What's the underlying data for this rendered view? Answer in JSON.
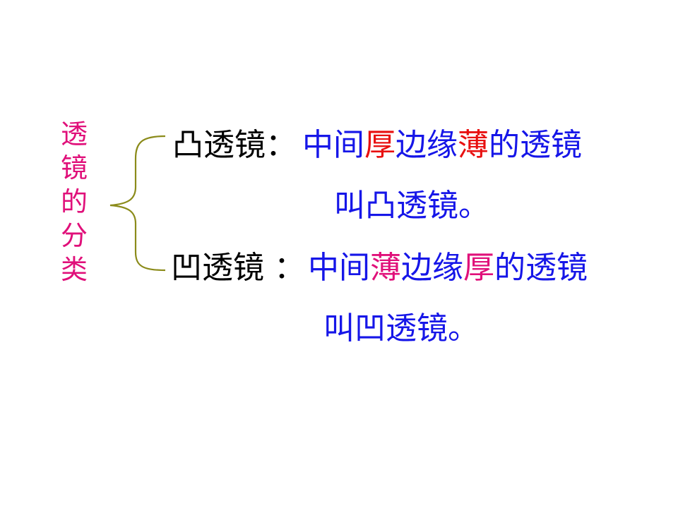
{
  "side_title": [
    "透",
    "镜",
    "的",
    "分",
    "类"
  ],
  "convex": {
    "term": "凸透镜：",
    "def_a": "中间",
    "key1": "厚",
    "def_b": "边缘",
    "key2": "薄",
    "def_c": "的透镜",
    "def_d": "叫凸透镜。"
  },
  "concave": {
    "term": "凹透镜 ：",
    "def_a": "中间",
    "key1": "薄",
    "def_b": "边缘",
    "key2": "厚",
    "def_c": "的透镜",
    "def_d": "叫凹透镜。"
  },
  "colors": {
    "title": "#e0107a",
    "definition": "#1616e8",
    "highlight_red": "#e81010",
    "highlight_pink": "#e0107a",
    "brace": "#8b8b1a"
  }
}
